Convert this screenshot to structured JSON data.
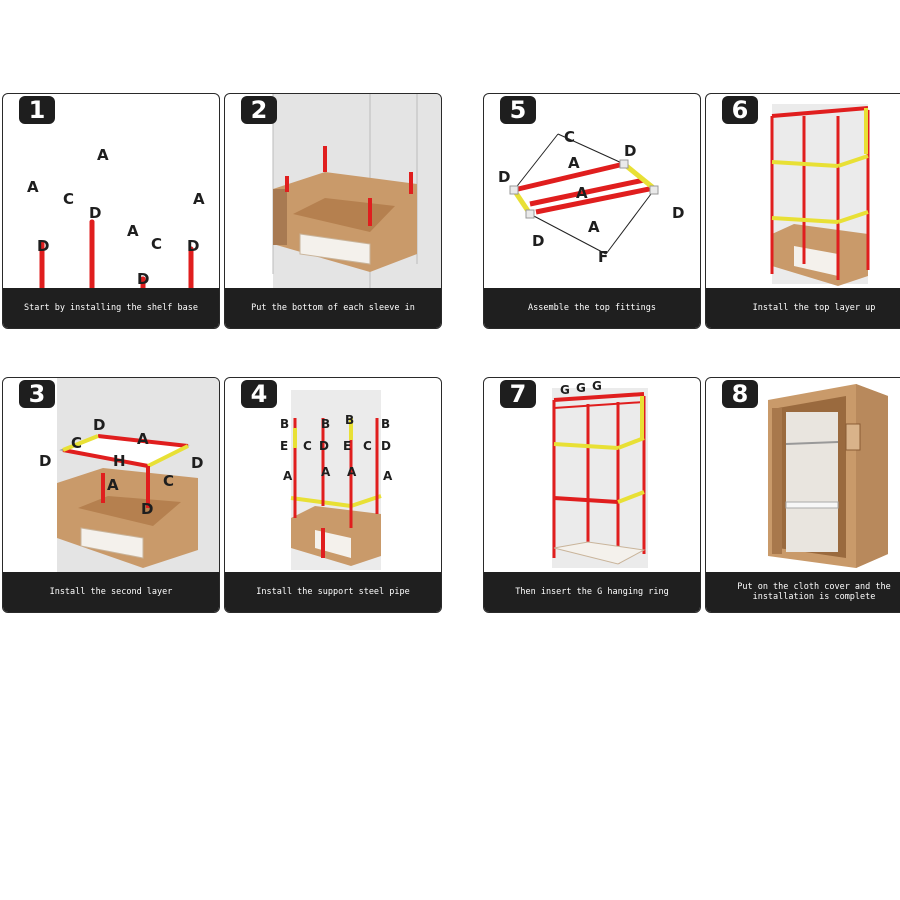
{
  "steps": [
    {
      "number": "1",
      "caption": "Start by installing the shelf base"
    },
    {
      "number": "2",
      "caption": "Put the bottom of each sleeve in"
    },
    {
      "number": "3",
      "caption": "Install the second layer"
    },
    {
      "number": "4",
      "caption": "Install the support steel pipe"
    },
    {
      "number": "5",
      "caption": "Assemble the top fittings"
    },
    {
      "number": "6",
      "caption": "Install the top layer up"
    },
    {
      "number": "7",
      "caption": "Then insert the G hanging ring"
    },
    {
      "number": "8",
      "caption": "Put on the cloth cover and the\ninstallation is complete"
    }
  ],
  "labels": {
    "a": "A",
    "b": "B",
    "c": "C",
    "d": "D",
    "e": "E",
    "f": "F",
    "g": "G",
    "h": "H"
  },
  "colors": {
    "pipe_red": "#e01e1e",
    "pipe_yellow": "#e8e035",
    "fabric_tan": "#c99a6a",
    "badge_bg": "#1e1e1e"
  }
}
